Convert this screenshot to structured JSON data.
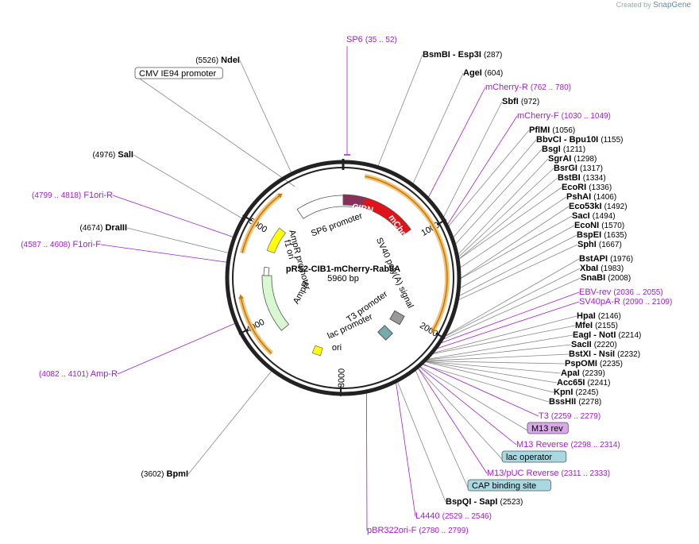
{
  "credit": {
    "prefix": "Created by",
    "brand": "SnapGene"
  },
  "plasmid": {
    "name": "pRS2-CIB1-mCherry-Rab8A",
    "size": "5960 bp"
  },
  "ticks": [
    "1000",
    "2000",
    "3000",
    "4000",
    "5000"
  ],
  "features": {
    "sp6_promoter": "SP6 promoter",
    "cibn": "CIBN",
    "mcherry": "mCherry",
    "sv40": "SV40 poly(A) signal",
    "t3": "T3 promoter",
    "lac": "lac promoter",
    "ori": "ori",
    "ampr": "AmpR",
    "ampr_promoter": "AmpR promoter",
    "f1ori": "f1 ori"
  },
  "left_labels": [
    {
      "name": "NdeI",
      "pos": "(5526)",
      "kind": "enzyme"
    },
    {
      "name": "CMV IE94 promoter",
      "kind": "box"
    },
    {
      "name": "SalI",
      "pos": "(4976)",
      "kind": "enzyme"
    },
    {
      "name": "F1ori-R",
      "pos": "(4799 .. 4818)",
      "kind": "primer"
    },
    {
      "name": "DraIII",
      "pos": "(4674)",
      "kind": "enzyme"
    },
    {
      "name": "F1ori-F",
      "pos": "(4587 .. 4608)",
      "kind": "primer"
    },
    {
      "name": "Amp-R",
      "pos": "(4082 .. 4101)",
      "kind": "primer"
    },
    {
      "name": "BpmI",
      "pos": "(3602)",
      "kind": "enzyme"
    }
  ],
  "top_labels": [
    {
      "name": "SP6",
      "pos": "(35 .. 52)",
      "kind": "primer"
    },
    {
      "name": "BsmBI",
      "name2": "Esp3I",
      "pos": "(287)",
      "kind": "enzyme"
    }
  ],
  "right_labels": [
    {
      "name": "AgeI",
      "pos": "(604)",
      "kind": "enzyme"
    },
    {
      "name": "mCherry-R",
      "pos": "(762 .. 780)",
      "kind": "primer"
    },
    {
      "name": "SbfI",
      "pos": "(972)",
      "kind": "enzyme"
    },
    {
      "name": "mCherry-F",
      "pos": "(1030 .. 1049)",
      "kind": "primer"
    },
    {
      "name": "PflMI",
      "pos": "(1056)",
      "kind": "enzyme"
    },
    {
      "name": "BbvCI",
      "name2": "Bpu10I",
      "pos": "(1155)",
      "kind": "enzyme"
    },
    {
      "name": "BsgI",
      "pos": "(1211)",
      "kind": "enzyme"
    },
    {
      "name": "SgrAI",
      "pos": "(1298)",
      "kind": "enzyme"
    },
    {
      "name": "BsrGI",
      "pos": "(1317)",
      "kind": "enzyme"
    },
    {
      "name": "BstBI",
      "pos": "(1334)",
      "kind": "enzyme"
    },
    {
      "name": "EcoRI",
      "pos": "(1336)",
      "kind": "enzyme"
    },
    {
      "name": "PshAI",
      "pos": "(1406)",
      "kind": "enzyme"
    },
    {
      "name": "Eco53kI",
      "pos": "(1492)",
      "kind": "enzyme"
    },
    {
      "name": "SacI",
      "pos": "(1494)",
      "kind": "enzyme"
    },
    {
      "name": "EcoNI",
      "pos": "(1570)",
      "kind": "enzyme"
    },
    {
      "name": "BspEI",
      "pos": "(1635)",
      "kind": "enzyme"
    },
    {
      "name": "SphI",
      "pos": "(1667)",
      "kind": "enzyme"
    },
    {
      "name": "BstAPI",
      "pos": "(1976)",
      "kind": "enzyme"
    },
    {
      "name": "XbaI",
      "pos": "(1983)",
      "kind": "enzyme"
    },
    {
      "name": "SnaBI",
      "pos": "(2008)",
      "kind": "enzyme"
    },
    {
      "name": "EBV-rev",
      "pos": "(2036 .. 2055)",
      "kind": "primer"
    },
    {
      "name": "SV40pA-R",
      "pos": "(2090 .. 2109)",
      "kind": "primer"
    },
    {
      "name": "HpaI",
      "pos": "(2146)",
      "kind": "enzyme"
    },
    {
      "name": "MfeI",
      "pos": "(2155)",
      "kind": "enzyme"
    },
    {
      "name": "EagI",
      "name2": "NotI",
      "pos": "(2214)",
      "kind": "enzyme"
    },
    {
      "name": "SacII",
      "pos": "(2220)",
      "kind": "enzyme"
    },
    {
      "name": "BstXI",
      "name2": "NsiI",
      "pos": "(2232)",
      "kind": "enzyme"
    },
    {
      "name": "PspOMI",
      "pos": "(2235)",
      "kind": "enzyme"
    },
    {
      "name": "ApaI",
      "pos": "(2239)",
      "kind": "enzyme"
    },
    {
      "name": "Acc65I",
      "pos": "(2241)",
      "kind": "enzyme"
    },
    {
      "name": "KpnI",
      "pos": "(2245)",
      "kind": "enzyme"
    },
    {
      "name": "BssHII",
      "pos": "(2278)",
      "kind": "enzyme"
    },
    {
      "name": "T3",
      "pos": "(2259 .. 2279)",
      "kind": "primer"
    },
    {
      "name": "M13 rev",
      "kind": "box",
      "color": "#d9a8e8"
    },
    {
      "name": "M13 Reverse",
      "pos": "(2298 .. 2314)",
      "kind": "primer"
    },
    {
      "name": "lac operator",
      "kind": "box",
      "color": "#a8d8e0"
    },
    {
      "name": "M13/pUC Reverse",
      "pos": "(2311 .. 2333)",
      "kind": "primer"
    },
    {
      "name": "CAP binding site",
      "kind": "box",
      "color": "#a8d8e0"
    },
    {
      "name": "BspQI",
      "name2": "SapI",
      "pos": "(2523)",
      "kind": "enzyme"
    },
    {
      "name": "L4440",
      "pos": "(2529 .. 2546)",
      "kind": "primer"
    },
    {
      "name": "pBR322ori-F",
      "pos": "(2780 .. 2799)",
      "kind": "primer"
    }
  ]
}
